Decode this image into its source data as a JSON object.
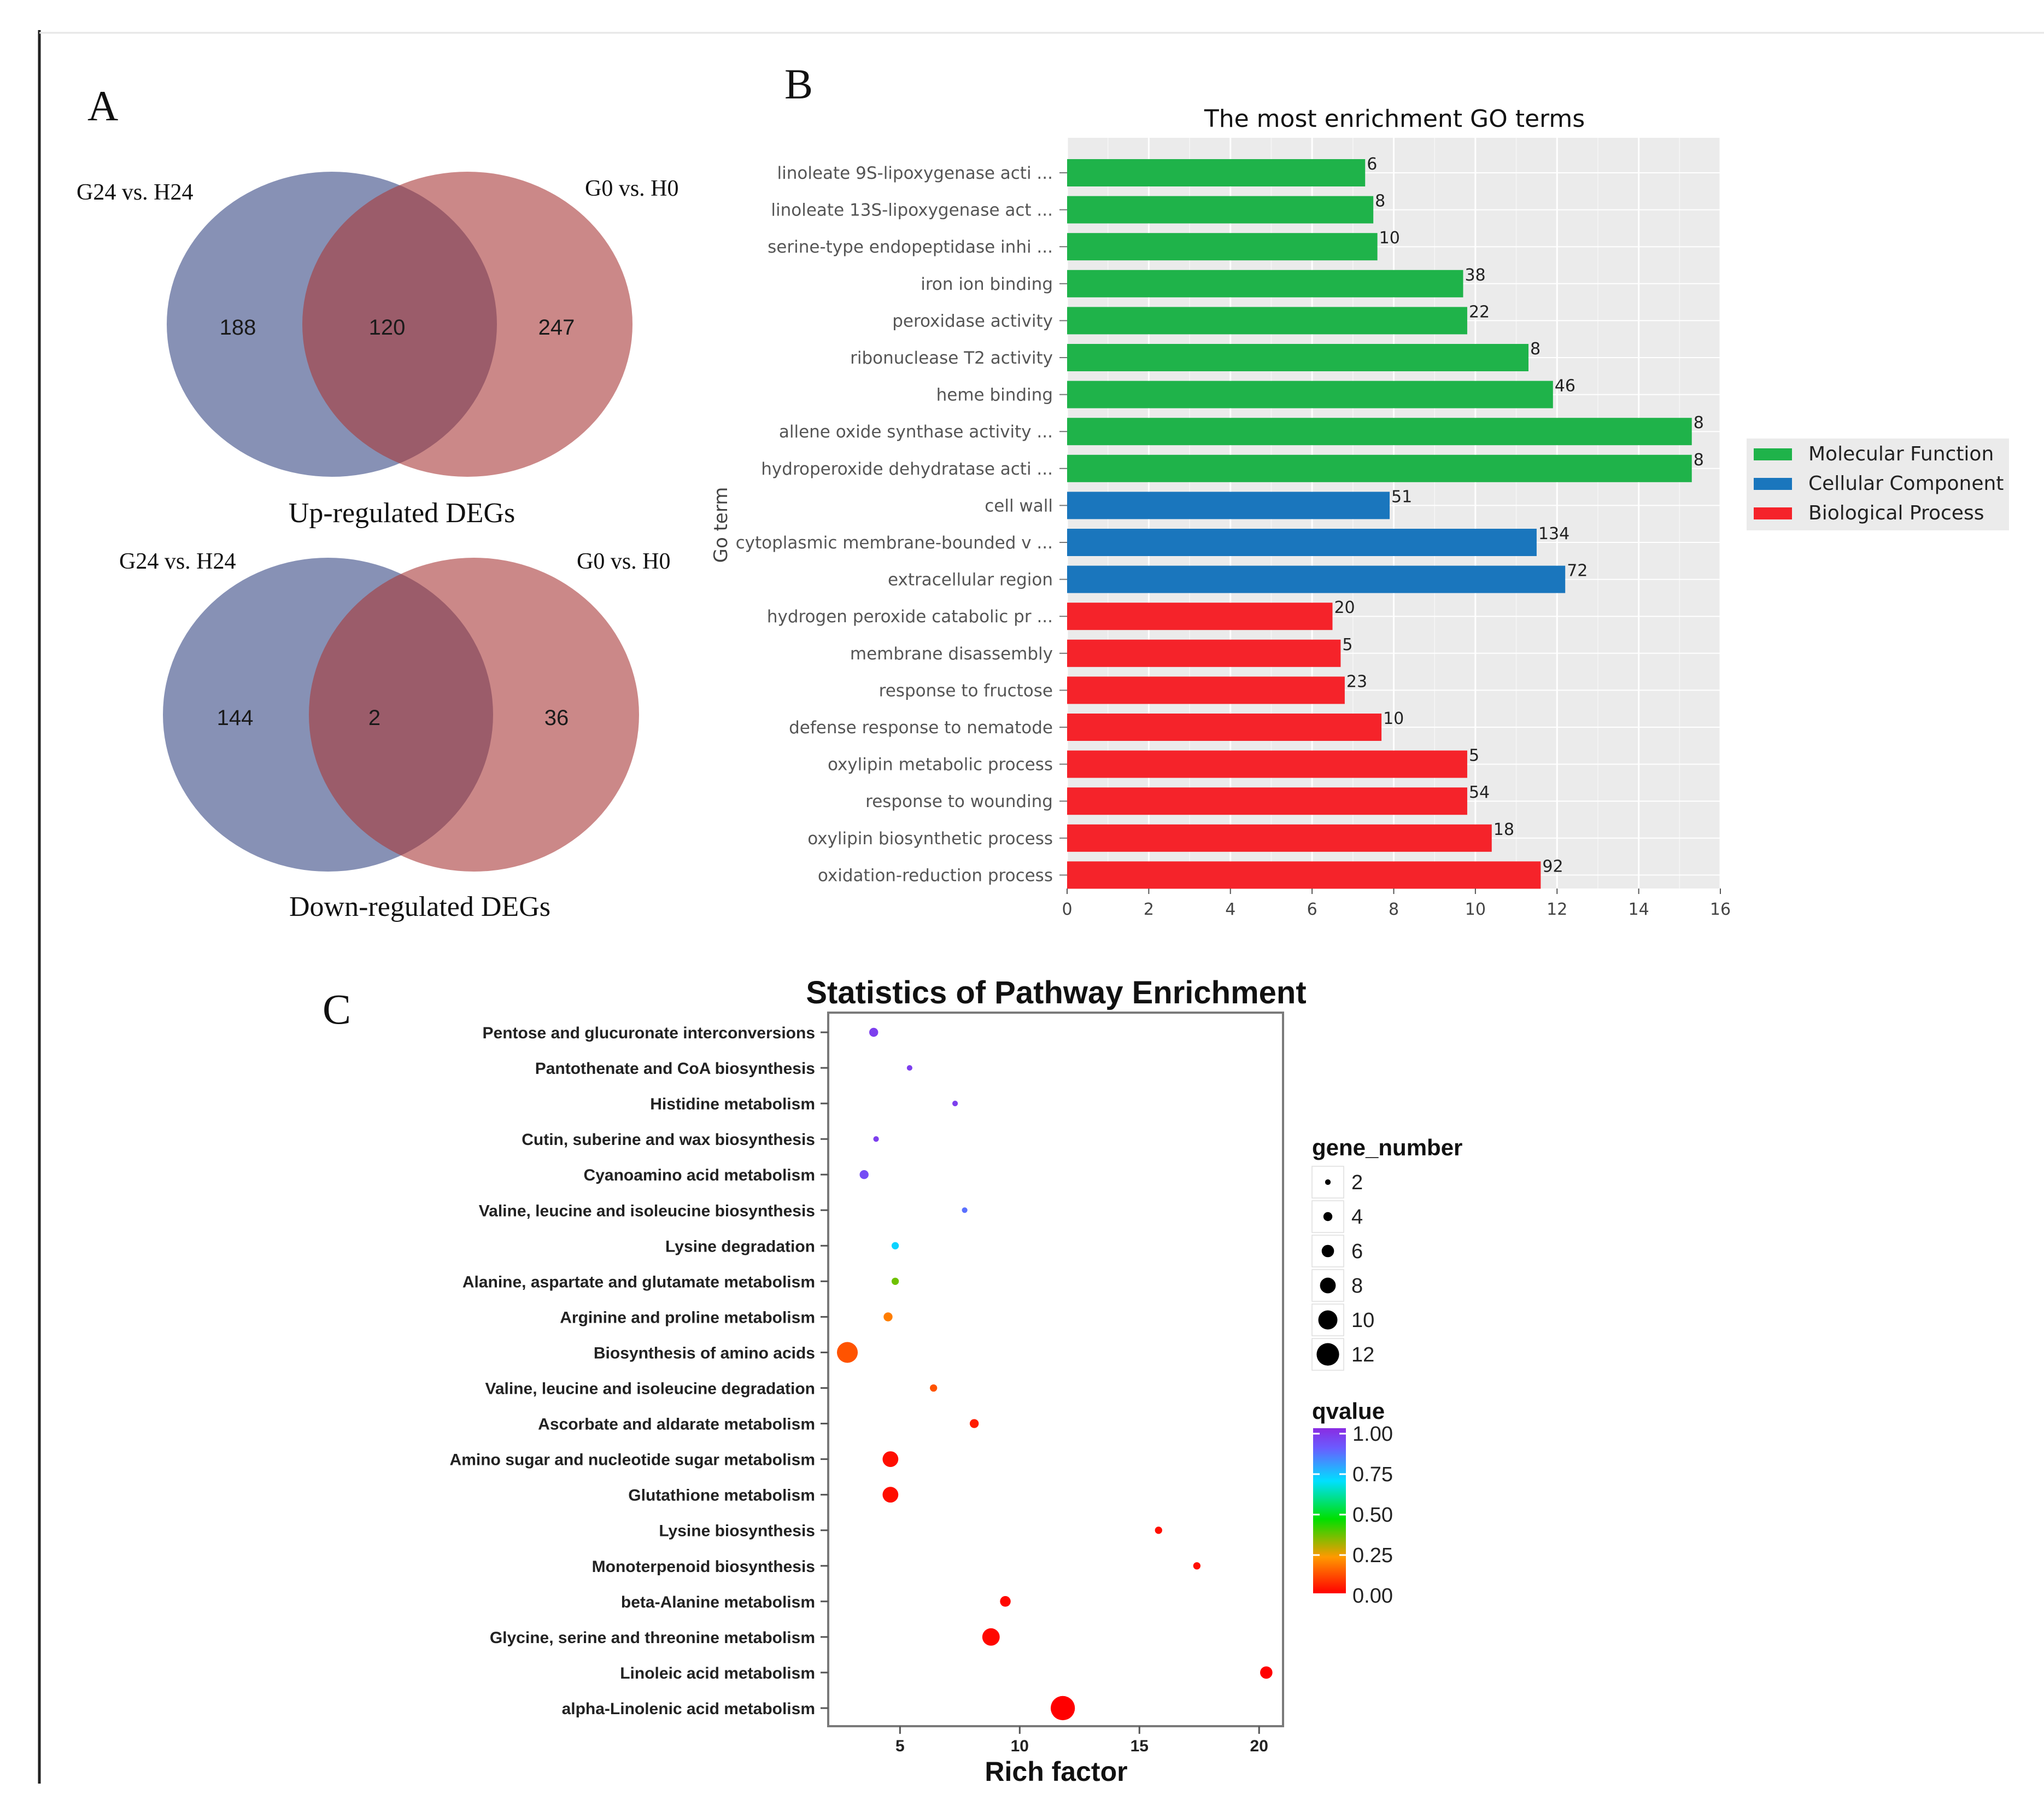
{
  "panels": {
    "a": {
      "label": "A"
    },
    "b": {
      "label": "B"
    },
    "c": {
      "label": "C"
    }
  },
  "colors": {
    "venn_left": "#3d4d87",
    "venn_right": "#a83838",
    "go_molecular_function": "#1fb34a",
    "go_cellular_component": "#1a76bd",
    "go_biological_process": "#f5232a",
    "go_panel_bg": "#ebebeb"
  },
  "chart_data": [
    {
      "type": "venn",
      "title": "Up-regulated DEGs",
      "sets": [
        "G24 vs. H24",
        "G0 vs. H0"
      ],
      "values": {
        "left_only": 188,
        "both": 120,
        "right_only": 247
      }
    },
    {
      "type": "venn",
      "title": "Down-regulated DEGs",
      "sets": [
        "G24 vs. H24",
        "G0 vs. H0"
      ],
      "values": {
        "left_only": 144,
        "both": 2,
        "right_only": 36
      }
    },
    {
      "type": "bar",
      "orientation": "horizontal",
      "title": "The most enrichment GO terms",
      "ylabel": "Go term",
      "xlabel": "",
      "xlim": [
        0,
        16
      ],
      "xticks": [
        0,
        2,
        4,
        6,
        8,
        10,
        12,
        14,
        16
      ],
      "grid": true,
      "legend": [
        "Molecular Function",
        "Cellular Component",
        "Biological Process"
      ],
      "legend_position": "right",
      "categories": [
        "linoleate 9S-lipoxygenase acti ...",
        "linoleate 13S-lipoxygenase act ...",
        "serine-type endopeptidase inhi ...",
        "iron ion binding",
        "peroxidase activity",
        "ribonuclease T2 activity",
        "heme binding",
        "allene oxide synthase activity ...",
        "hydroperoxide dehydratase acti ...",
        "cell wall",
        "cytoplasmic membrane-bounded v ...",
        "extracellular region",
        "hydrogen peroxide catabolic pr ...",
        "membrane disassembly",
        "response to fructose",
        "defense response to nematode",
        "oxylipin metabolic process",
        "response to wounding",
        "oxylipin biosynthetic process",
        "oxidation-reduction process"
      ],
      "values": [
        7.3,
        7.5,
        7.6,
        9.7,
        9.8,
        11.3,
        11.9,
        15.3,
        15.3,
        7.9,
        11.5,
        12.2,
        6.5,
        6.7,
        6.8,
        7.7,
        9.8,
        9.8,
        10.4,
        11.6
      ],
      "labels": [
        6,
        8,
        10,
        38,
        22,
        8,
        46,
        8,
        8,
        51,
        134,
        72,
        20,
        5,
        23,
        10,
        5,
        54,
        18,
        92
      ],
      "groups": [
        "Molecular Function",
        "Molecular Function",
        "Molecular Function",
        "Molecular Function",
        "Molecular Function",
        "Molecular Function",
        "Molecular Function",
        "Molecular Function",
        "Molecular Function",
        "Cellular Component",
        "Cellular Component",
        "Cellular Component",
        "Biological Process",
        "Biological Process",
        "Biological Process",
        "Biological Process",
        "Biological Process",
        "Biological Process",
        "Biological Process",
        "Biological Process"
      ]
    },
    {
      "type": "scatter",
      "title": "Statistics of Pathway Enrichment",
      "xlabel": "Rich factor",
      "ylabel": "",
      "xlim": [
        2,
        21
      ],
      "xticks": [
        5,
        10,
        15,
        20
      ],
      "size_legend_title": "gene_number",
      "size_legend": [
        2,
        4,
        6,
        8,
        10,
        12
      ],
      "color_legend_title": "qvalue",
      "color_legend": [
        "1.00",
        "0.75",
        "0.50",
        "0.25",
        "0.00"
      ],
      "points": [
        {
          "pathway": "Pentose and glucuronate interconversions",
          "rich_factor": 3.9,
          "gene_number": 4,
          "qvalue": 0.95
        },
        {
          "pathway": "Pantothenate and CoA biosynthesis",
          "rich_factor": 5.4,
          "gene_number": 2,
          "qvalue": 0.95
        },
        {
          "pathway": "Histidine metabolism",
          "rich_factor": 7.3,
          "gene_number": 2,
          "qvalue": 0.95
        },
        {
          "pathway": "Cutin, suberine and wax biosynthesis",
          "rich_factor": 4.0,
          "gene_number": 2,
          "qvalue": 0.95
        },
        {
          "pathway": "Cyanoamino acid metabolism",
          "rich_factor": 3.5,
          "gene_number": 4,
          "qvalue": 0.92
        },
        {
          "pathway": "Valine, leucine and isoleucine biosynthesis",
          "rich_factor": 7.7,
          "gene_number": 2,
          "qvalue": 0.85
        },
        {
          "pathway": "Lysine degradation",
          "rich_factor": 4.8,
          "gene_number": 3,
          "qvalue": 0.7
        },
        {
          "pathway": "Alanine, aspartate and glutamate metabolism",
          "rich_factor": 4.8,
          "gene_number": 3,
          "qvalue": 0.35
        },
        {
          "pathway": "Arginine and proline metabolism",
          "rich_factor": 4.5,
          "gene_number": 4,
          "qvalue": 0.18
        },
        {
          "pathway": "Biosynthesis of amino acids",
          "rich_factor": 2.8,
          "gene_number": 11,
          "qvalue": 0.12
        },
        {
          "pathway": "Valine, leucine and isoleucine degradation",
          "rich_factor": 6.4,
          "gene_number": 3,
          "qvalue": 0.12
        },
        {
          "pathway": "Ascorbate and aldarate metabolism",
          "rich_factor": 8.1,
          "gene_number": 4,
          "qvalue": 0.04
        },
        {
          "pathway": "Amino sugar and nucleotide sugar metabolism",
          "rich_factor": 4.6,
          "gene_number": 8,
          "qvalue": 0.02
        },
        {
          "pathway": "Glutathione metabolism",
          "rich_factor": 4.6,
          "gene_number": 8,
          "qvalue": 0.02
        },
        {
          "pathway": "Lysine biosynthesis",
          "rich_factor": 15.8,
          "gene_number": 3,
          "qvalue": 0.02
        },
        {
          "pathway": "Monoterpenoid biosynthesis",
          "rich_factor": 17.4,
          "gene_number": 3,
          "qvalue": 0.02
        },
        {
          "pathway": "beta-Alanine metabolism",
          "rich_factor": 9.4,
          "gene_number": 5,
          "qvalue": 0.01
        },
        {
          "pathway": "Glycine, serine and threonine metabolism",
          "rich_factor": 8.8,
          "gene_number": 9,
          "qvalue": 0.01
        },
        {
          "pathway": "Linoleic acid metabolism",
          "rich_factor": 20.3,
          "gene_number": 6,
          "qvalue": 0.0
        },
        {
          "pathway": "alpha-Linolenic acid metabolism",
          "rich_factor": 11.8,
          "gene_number": 13,
          "qvalue": 0.0
        }
      ]
    }
  ]
}
